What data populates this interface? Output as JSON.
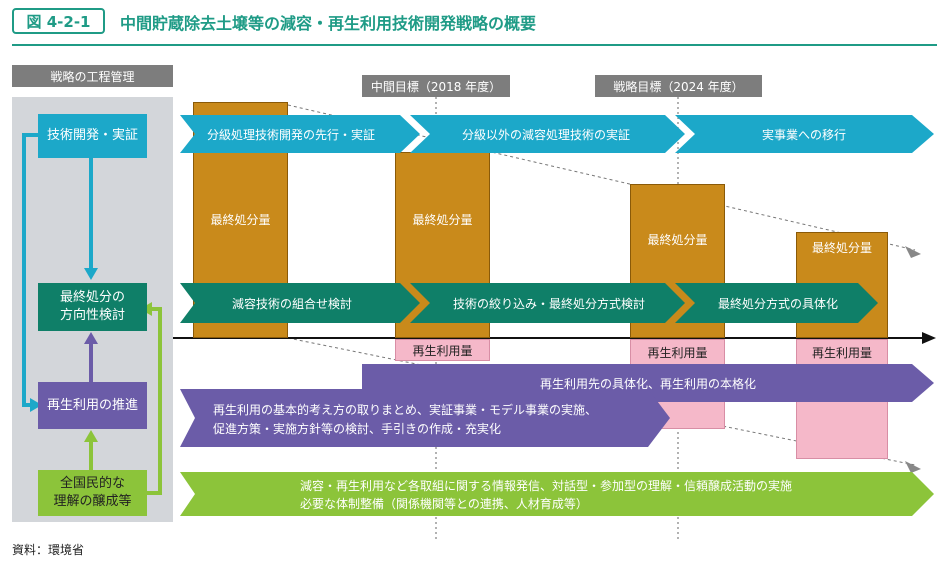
{
  "figure": {
    "tag": "図 4-2-1",
    "title": "中間貯蔵除去土壌等の減容・再生利用技術開発戦略の概要",
    "source": "資料：環境省"
  },
  "headers": {
    "left": "戦略の工程管理",
    "mid_target": "中間目標（2018 年度）",
    "strategy_target": "戦略目標（2024 年度）"
  },
  "left_boxes": {
    "tech": "技術開発・実証",
    "final_line1": "最終処分の",
    "final_line2": "方向性検討",
    "recycle": "再生利用の推進",
    "public_line1": "全国民的な",
    "public_line2": "理解の醸成等"
  },
  "bars": {
    "final_amount": "最終処分量",
    "recycle_amount": "再生利用量"
  },
  "arrows": {
    "tech1": "分級処理技術開発の先行・実証",
    "tech2": "分級以外の減容処理技術の実証",
    "tech3": "実事業への移行",
    "final1": "減容技術の組合せ検討",
    "final2": "技術の絞り込み・最終処分方式検討",
    "final3": "最終処分方式の具体化",
    "recycle_top": "再生利用先の具体化、再生利用の本格化",
    "recycle_line1": "再生利用の基本的考え方の取りまとめ、実証事業・モデル事業の実施、",
    "recycle_line2": "促進方策・実施方針等の検討、手引きの作成・充実化",
    "public_line1": "減容・再生利用など各取組に関する情報発信、対話型・参加型の理解・信頼醸成活動の実施",
    "public_line2": "必要な体制整備（関係機関等との連携、人材育成等）"
  },
  "colors": {
    "teal_title": "#1f9b86",
    "tech_blue": "#1ca8c9",
    "final_green": "#0f7f68",
    "recycle_purple": "#6b5ca8",
    "public_green": "#8cc43a",
    "final_bar": "#c98a1b",
    "recycle_bar": "#f5b8c9"
  }
}
